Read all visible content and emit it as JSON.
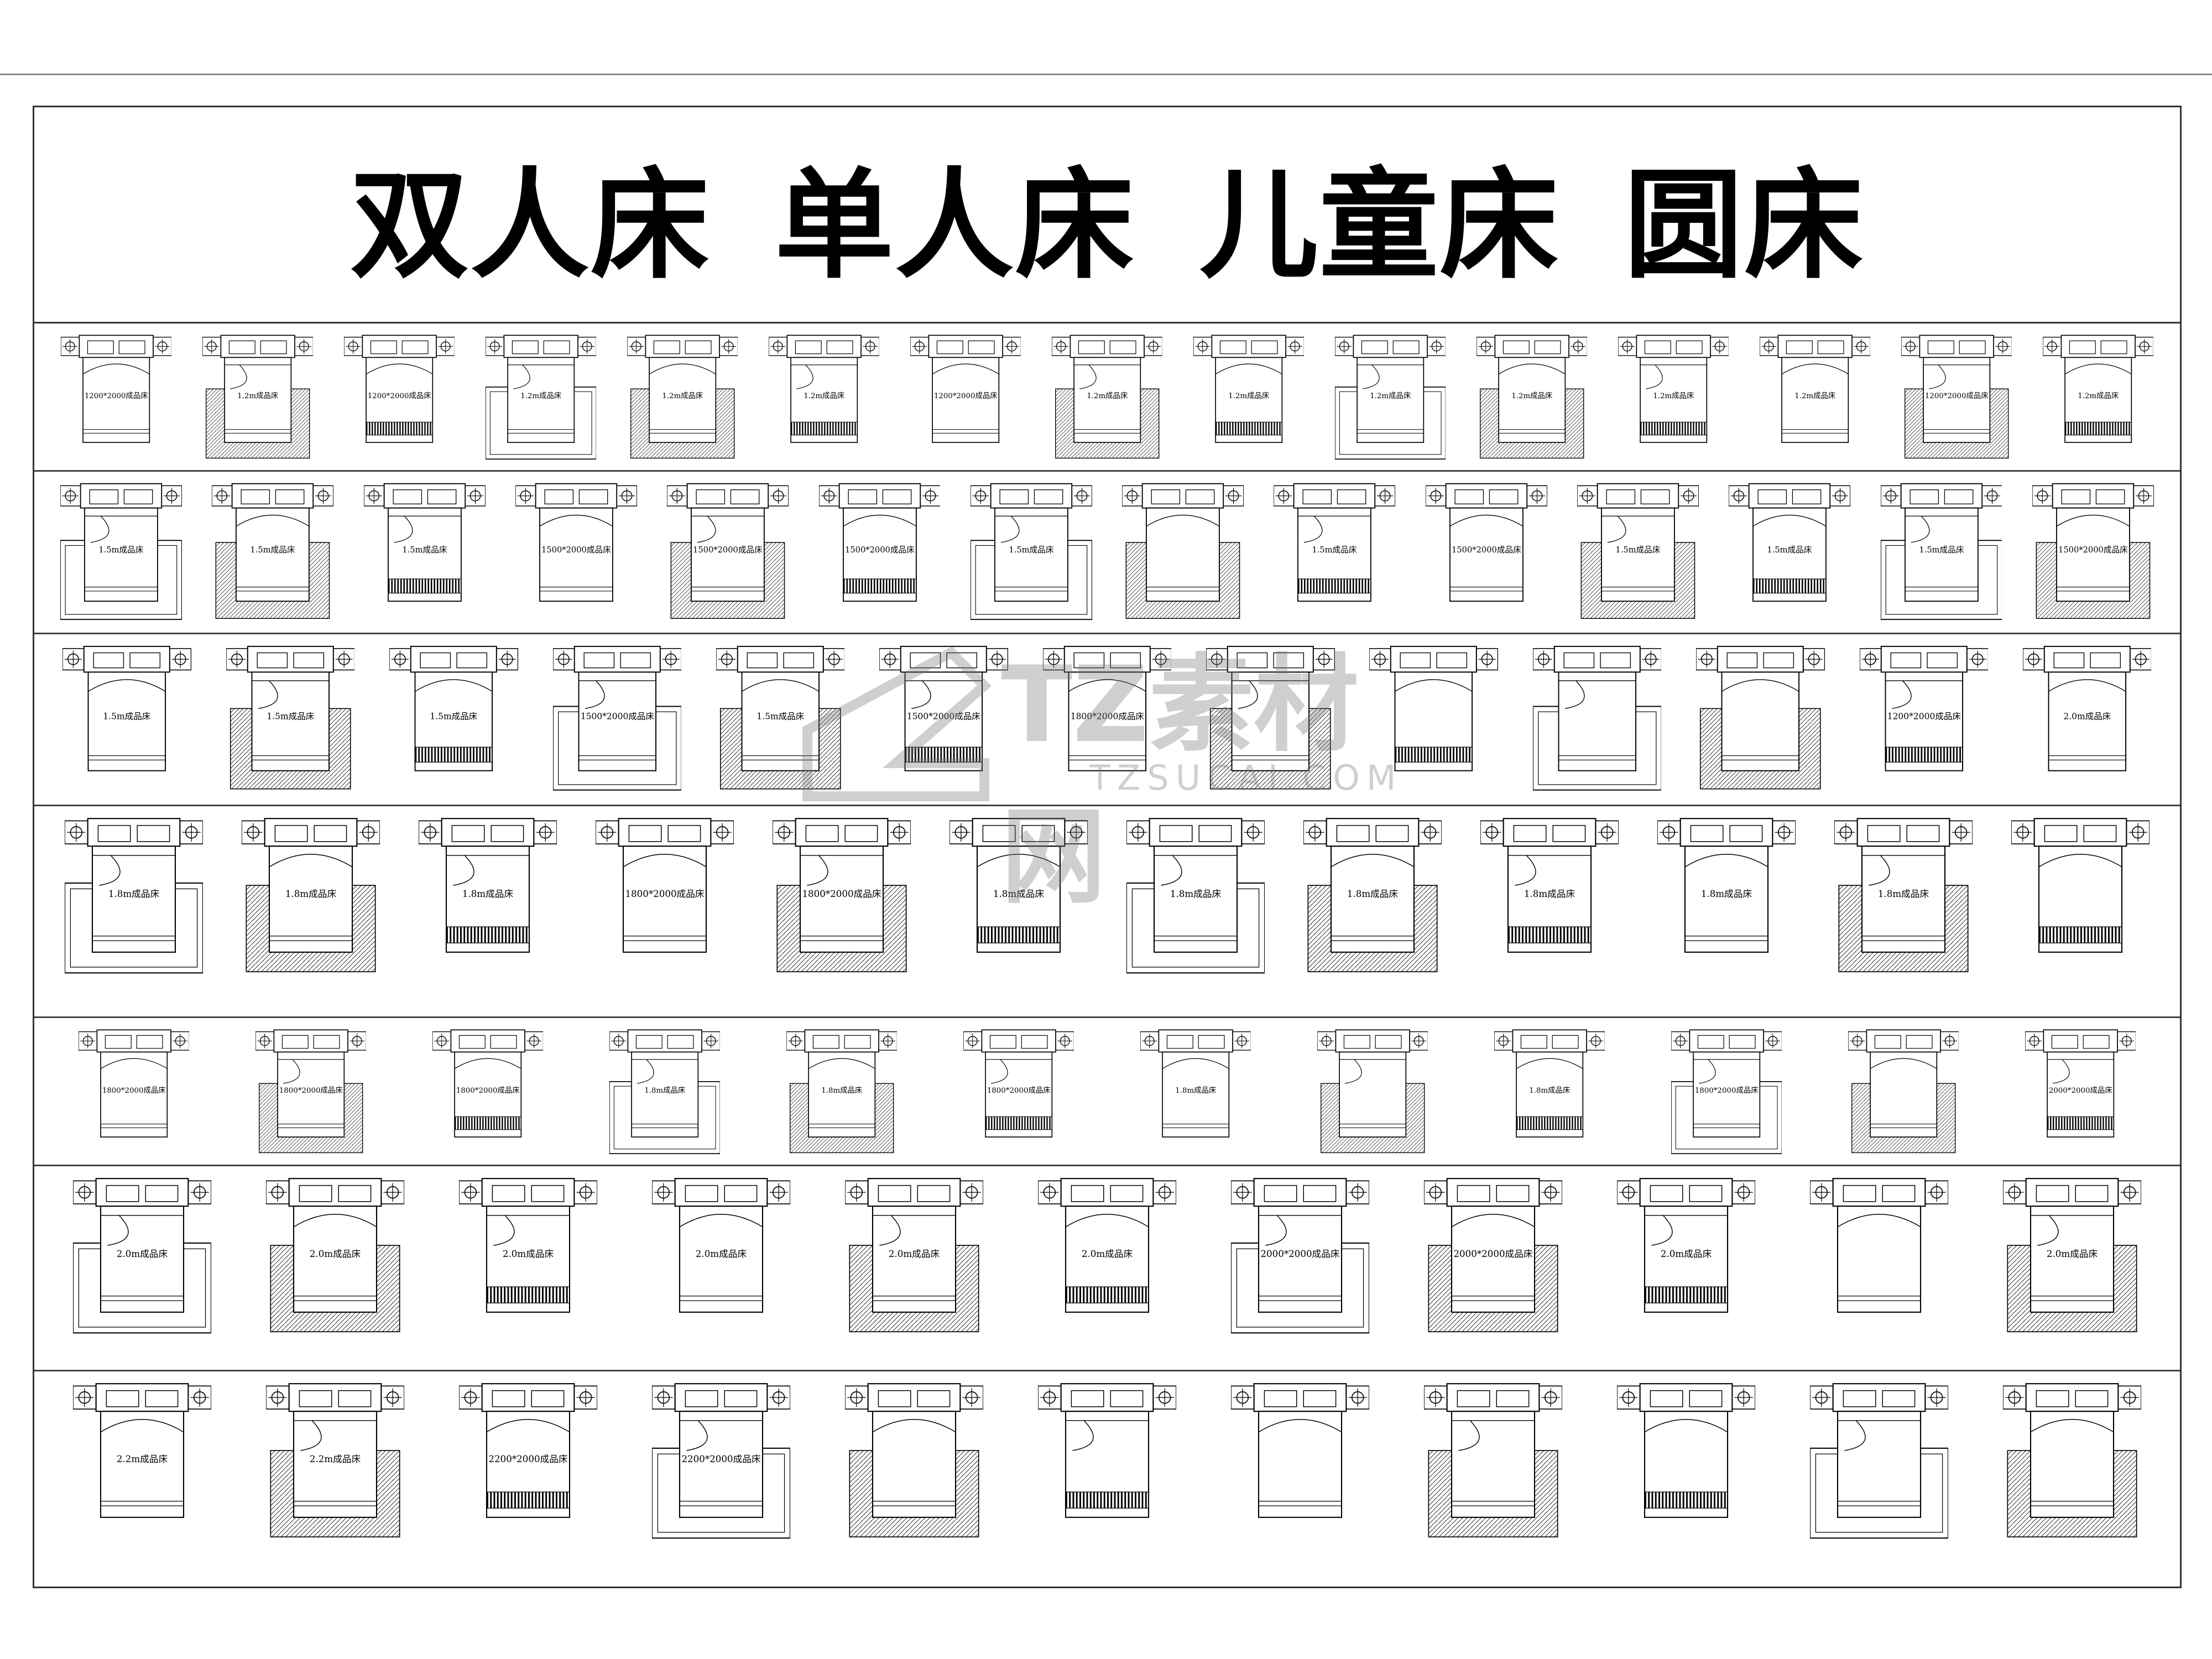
{
  "title": "双人床  单人床  儿童床  圆床",
  "watermark": {
    "text": "TZ素材网",
    "sub": "TZSUCAI.COM"
  },
  "rows": [
    {
      "name": "row-1-2m",
      "beds": [
        "1200*2000成品床",
        "1.2m成品床",
        "1200*2000成品床",
        "1.2m成品床",
        "1.2m成品床",
        "1.2m成品床",
        "1200*2000成品床",
        "1.2m成品床",
        "1.2m成品床",
        "1.2m成品床",
        "1.2m成品床",
        "1.2m成品床",
        "1.2m成品床",
        "1200*2000成品床",
        "1.2m成品床"
      ]
    },
    {
      "name": "row-1-5m",
      "beds": [
        "1.5m成品床",
        "1.5m成品床",
        "1.5m成品床",
        "1500*2000成品床",
        "1500*2000成品床",
        "1500*2000成品床",
        "1.5m成品床",
        "",
        "1.5m成品床",
        "1500*2000成品床",
        "1.5m成品床",
        "1.5m成品床",
        "1.5m成品床",
        "1500*2000成品床"
      ],
      "dimension": "1500"
    },
    {
      "name": "row-1-5m-rugs",
      "beds": [
        "1.5m成品床",
        "1.5m成品床",
        "1.5m成品床",
        "1500*2000成品床",
        "1.5m成品床",
        "1500*2000成品床",
        "1800*2000成品床",
        "",
        "",
        "",
        "",
        "1200*2000成品床",
        "2.0m成品床"
      ]
    },
    {
      "name": "row-1-8m",
      "beds": [
        "1.8m成品床",
        "1.8m成品床",
        "1.8m成品床",
        "1800*2000成品床",
        "1800*2000成品床",
        "1.8m成品床",
        "1.8m成品床",
        "1.8m成品床",
        "1.8m成品床",
        "1.8m成品床",
        "1.8m成品床",
        ""
      ],
      "dimension": "1800"
    },
    {
      "name": "row-1-8m-b",
      "beds": [
        "1800*2000成品床",
        "1800*2000成品床",
        "1800*2000成品床",
        "1.8m成品床",
        "1.8m成品床",
        "1800*2000成品床",
        "1.8m成品床",
        "",
        "1.8m成品床",
        "1800*2000成品床",
        "",
        "2000*2000成品床"
      ],
      "dimension": "1800",
      "dimension2": "2000"
    },
    {
      "name": "row-2-0m",
      "beds": [
        "2.0m成品床",
        "2.0m成品床",
        "2.0m成品床",
        "2.0m成品床",
        "2.0m成品床",
        "2.0m成品床",
        "2000*2000成品床",
        "2000*2000成品床",
        "2.0m成品床",
        "",
        "2.0m成品床"
      ],
      "dimension": "2000"
    },
    {
      "name": "row-2-2m",
      "beds": [
        "2.2m成品床",
        "2.2m成品床",
        "2200*2000成品床",
        "2200*2000成品床",
        "",
        "",
        "",
        "",
        "",
        "",
        ""
      ]
    }
  ]
}
